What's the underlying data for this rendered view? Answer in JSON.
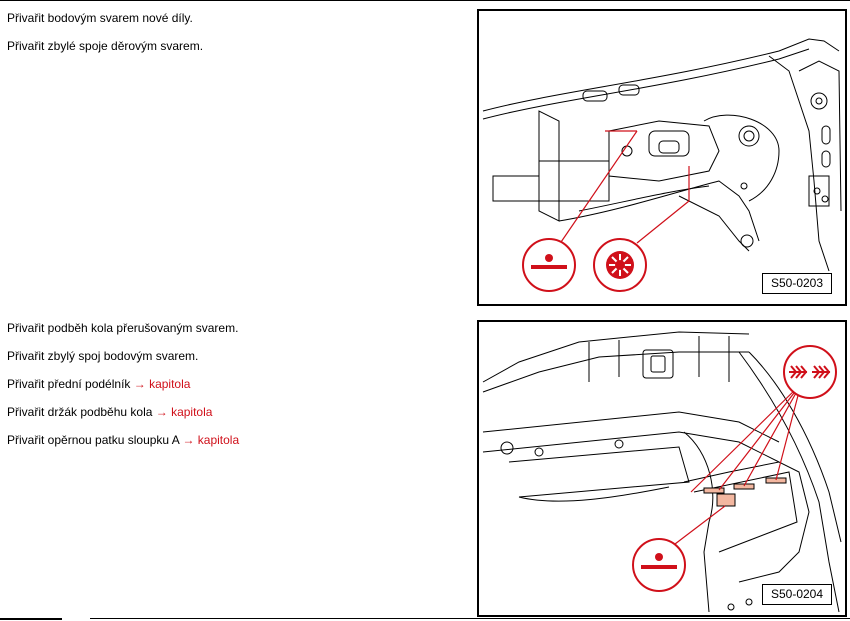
{
  "steps_top": [
    {
      "text": "Přivařit bodovým svarem nové díly."
    },
    {
      "text": "Přivařit zbylé spoje děrovým svarem."
    }
  ],
  "steps_bottom": [
    {
      "text": "Přivařit podběh kola přerušovaným svarem.",
      "link": ""
    },
    {
      "text": "Přivařit zbylý spoj bodovým svarem.",
      "link": ""
    },
    {
      "text": "Přivařit přední podélník ",
      "link": "→ kapitola"
    },
    {
      "text": "Přivařit držák podběhu kola ",
      "link": "→ kapitola"
    },
    {
      "text": "Přivařit opěrnou patku sloupku A ",
      "link": "→ kapitola"
    }
  ],
  "figures": [
    {
      "code": "S50-0203"
    },
    {
      "code": "S50-0204"
    }
  ],
  "colors": {
    "accent_red": "#d0101a",
    "line_black": "#000000"
  },
  "icons": [
    "spot-weld-icon",
    "plug-weld-icon",
    "intermittent-weld-icon"
  ]
}
